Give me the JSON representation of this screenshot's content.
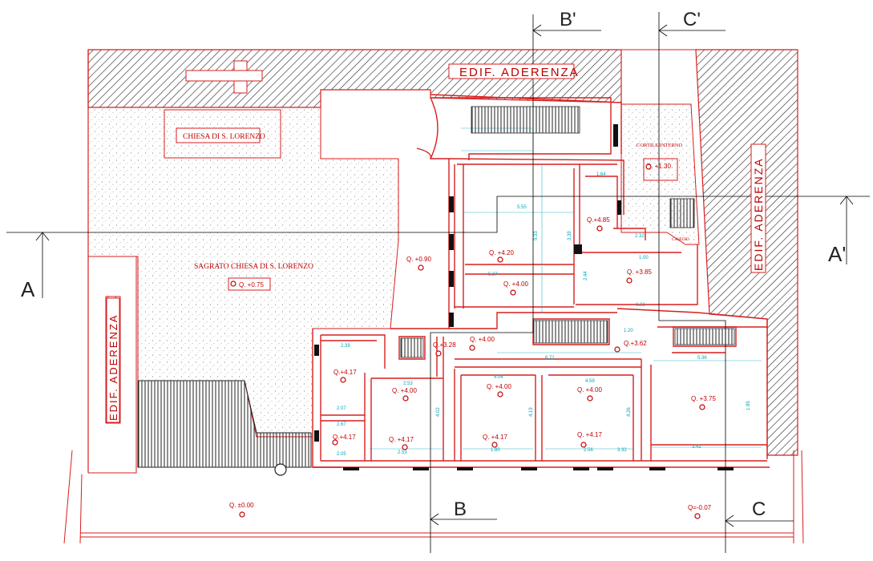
{
  "labels": {
    "edif_top": "EDIF. ADERENZA",
    "edif_right": "EDIF. ADERENZA",
    "edif_left": "EDIF. ADERENZA",
    "chiesa": "CHIESA DI S. LORENZO",
    "sagrato": "SAGRATO CHIESA DI S. LORENZO",
    "cortile": "CORTILE INTERNO",
    "cavedio": "CAVEDIO"
  },
  "levels": {
    "q_sagrato": "Q. +0.75",
    "q_090": "Q. +0.90",
    "q_420": "Q. +4.20",
    "q_400a": "Q. +4.00",
    "q_485": "Q.+4.85",
    "q_130": "Q. +1.30",
    "q_385": "Q. +3.85",
    "q_328": "Q.+3.28",
    "q_400b": "Q. +4.00",
    "q_362": "Q.+3.62",
    "q_417a": "Q.+4.17",
    "q_400c": "Q. +4.00",
    "q_400d": "Q. +4.00",
    "q_400e": "Q. +4.00",
    "q_375": "Q. +3.75",
    "q_417b": "Q.+4.17",
    "q_417c": "Q. +4.17",
    "q_417d": "Q. +4.17",
    "q_417e": "Q. +4.17",
    "q_000": "Q. ±0.00",
    "q_007": "Q=-0.07"
  },
  "sections": {
    "a_left": "A",
    "a_right": "A'",
    "b_bottom": "B",
    "b_top": "B'",
    "c_bottom": "C",
    "c_top": "C'"
  },
  "dimensions": {
    "d1": "5.55",
    "d2": "1.64",
    "d3": "5.33",
    "d4": "3.39",
    "d5": "2.32",
    "d6": "1.00",
    "d7": "5.27",
    "d8": "2.44",
    "d9": "6.31",
    "d10": "1.20",
    "d11": "5.36",
    "d12": "6.71",
    "d13": "4.04",
    "d14": "4.59",
    "d15": "2.53",
    "d16": "4.02",
    "d17": "4.19",
    "d18": "4.26",
    "d19": "1.85",
    "d20": "3.42",
    "d21": "2.39",
    "d22": "2.07",
    "d23": "2.67",
    "d24": "2.05",
    "d25": "2.53",
    "d26": "1.80",
    "d27": "2.56",
    "d28": "3.32"
  },
  "colors": {
    "wall": "#d81e1e",
    "section_line": "#000000",
    "dimension": "#00a6b8",
    "level_marker": "#c00000",
    "hatch": "#333333"
  }
}
